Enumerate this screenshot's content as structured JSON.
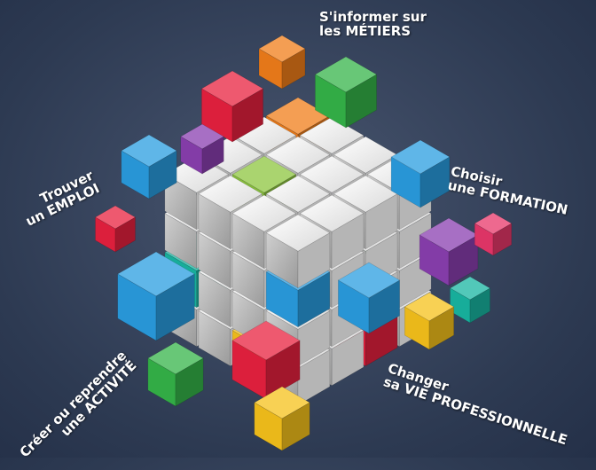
{
  "labels": {
    "metiers": {
      "line1": "S'informer sur",
      "line2": "les MÉTIERS"
    },
    "formation": {
      "line1": "Choisir",
      "line2": "une FORMATION"
    },
    "emploi": {
      "line1": "Trouver",
      "line2": "un EMPLOI"
    },
    "activite": {
      "line1": "Créer ou reprendre",
      "line2": "une ACTIVITÉ"
    },
    "vie_pro": {
      "line1": "Changer",
      "line2": "sa VIE PROFESSIONNELLE"
    }
  },
  "colors": {
    "background": "#34415a",
    "white_cube": "#e6e6e6",
    "red": "#e8213f",
    "orange": "#f07d1a",
    "green": "#35b449",
    "lime": "#8dc63f",
    "blue": "#2a9de0",
    "purple": "#8a3fb0",
    "yellow": "#f6c21b",
    "teal": "#18b6a2",
    "pink": "#e8376a"
  }
}
